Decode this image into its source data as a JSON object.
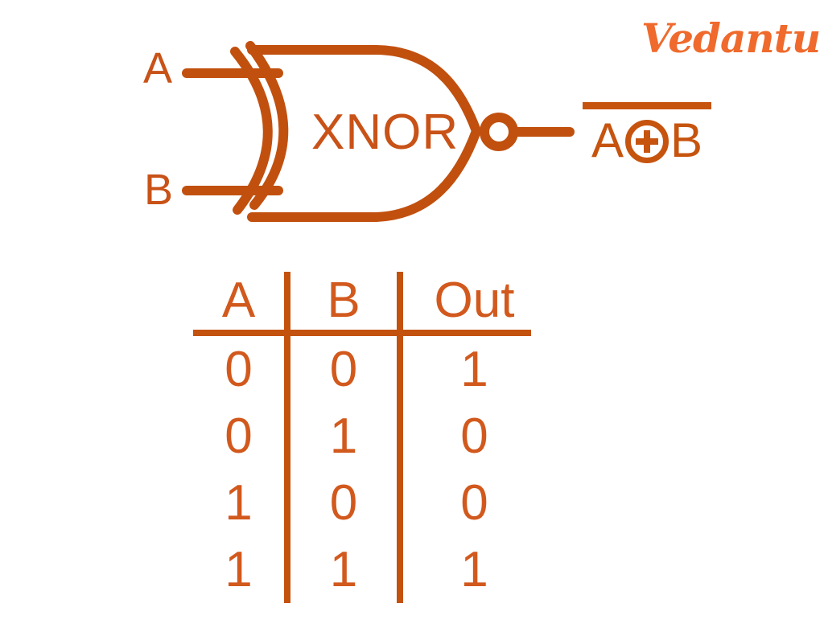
{
  "brand": {
    "logo_text": "Vedantu"
  },
  "gate": {
    "type_label": "XNOR",
    "input_labels": [
      "A",
      "B"
    ],
    "output_expression": {
      "operand_a": "A",
      "operator_icon": "circled-plus",
      "operand_b": "B",
      "overline": true
    }
  },
  "truth_table": {
    "headers": [
      "A",
      "B",
      "Out"
    ],
    "rows": [
      [
        "0",
        "0",
        "1"
      ],
      [
        "0",
        "1",
        "0"
      ],
      [
        "1",
        "0",
        "0"
      ],
      [
        "1",
        "1",
        "1"
      ]
    ]
  },
  "colors": {
    "background": "#FFFFFF",
    "gate_stroke": "#C1500F",
    "gate_text": "#C85217",
    "expression": "#C6540F",
    "table_text": "#D2591D",
    "table_line": "#C4520F",
    "logo": "#EF6A2C"
  }
}
